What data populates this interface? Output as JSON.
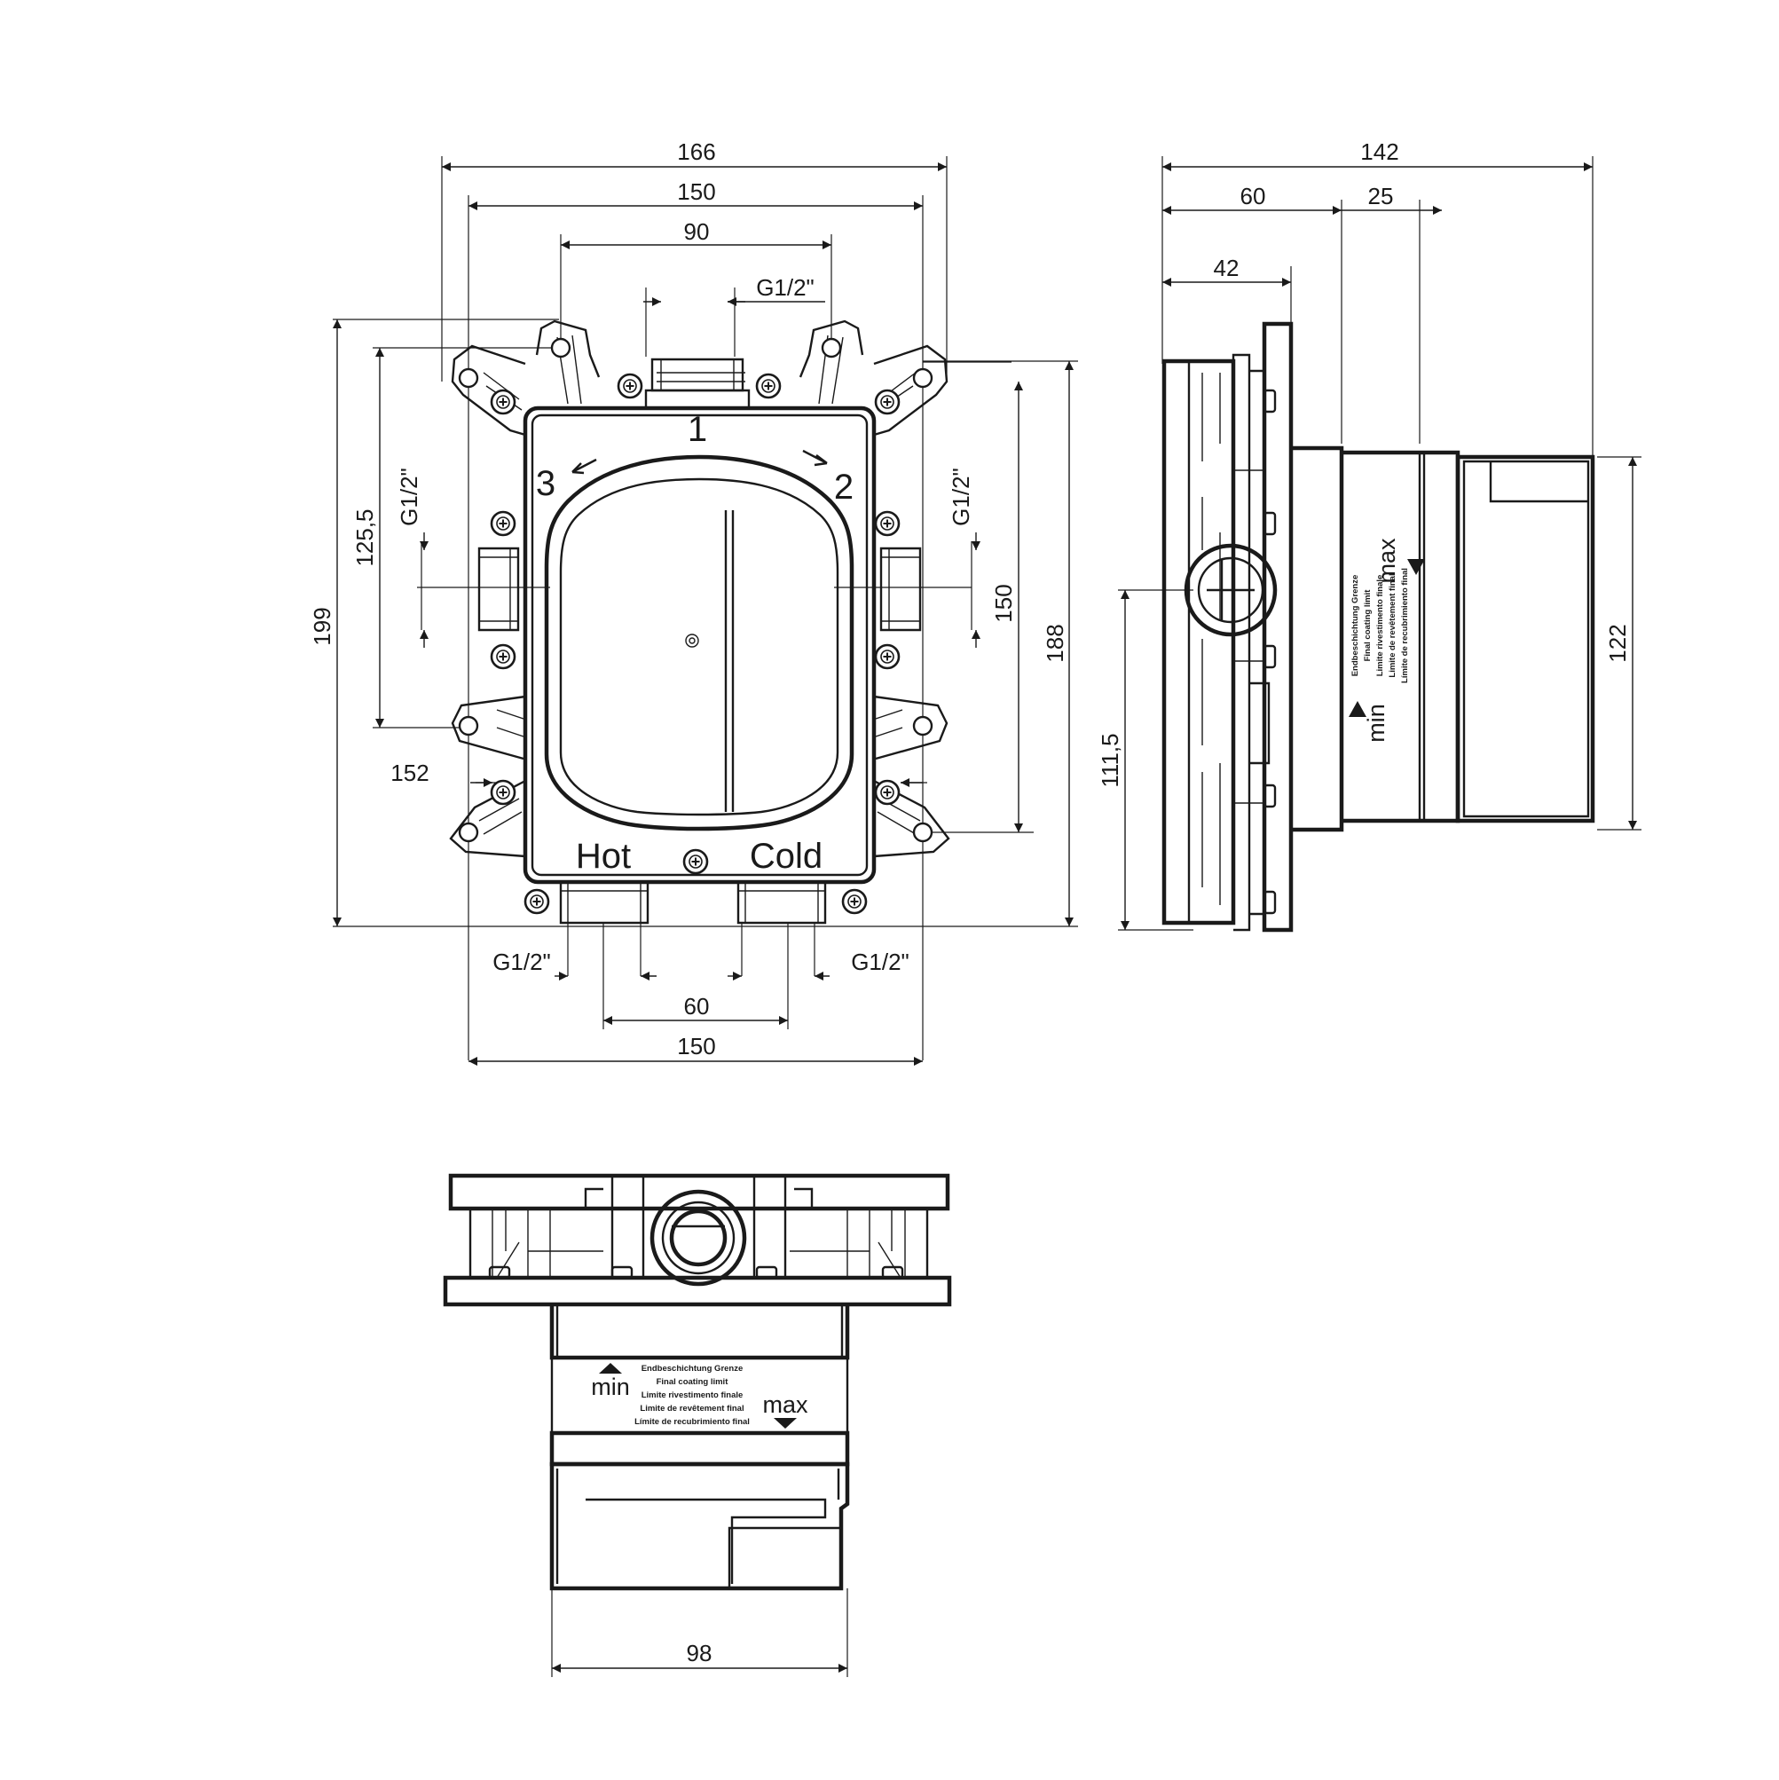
{
  "front_view": {
    "dim_top_overall": "166",
    "dim_top_frame": "150",
    "dim_top_mount": "90",
    "dim_top_thread": "G1/2\"",
    "dim_left_overall": "199",
    "dim_left_mount": "125,5",
    "dim_left_thread": "G1/2\"",
    "dim_right_thread": "G1/2\"",
    "dim_right_frame": "150",
    "dim_right_overall": "188",
    "dim_152": "152",
    "dim_bottom_thread_left": "G1/2\"",
    "dim_bottom_thread_right": "G1/2\"",
    "dim_bottom_spacing": "60",
    "dim_bottom_frame": "150",
    "port_1": "1",
    "port_2": "2",
    "port_3": "3",
    "hot_label": "Hot",
    "cold_label": "Cold"
  },
  "side_view": {
    "dim_overall": "142",
    "dim_60": "60",
    "dim_25": "25",
    "dim_42": "42",
    "dim_height": "111,5",
    "dim_122": "122",
    "min_label": "min",
    "max_label": "max",
    "coating_lines": [
      "Endbeschichtung Grenze",
      "Final coating limit",
      "Limite rivestimento finale",
      "Limite de revêtement final",
      "Límite de recubrimiento final"
    ]
  },
  "bottom_view": {
    "dim_width": "98",
    "min_label": "min",
    "max_label": "max",
    "coating_lines": [
      "Endbeschichtung Grenze",
      "Final coating limit",
      "Limite rivestimento finale",
      "Limite de revêtement final",
      "Límite de recubrimiento final"
    ]
  }
}
